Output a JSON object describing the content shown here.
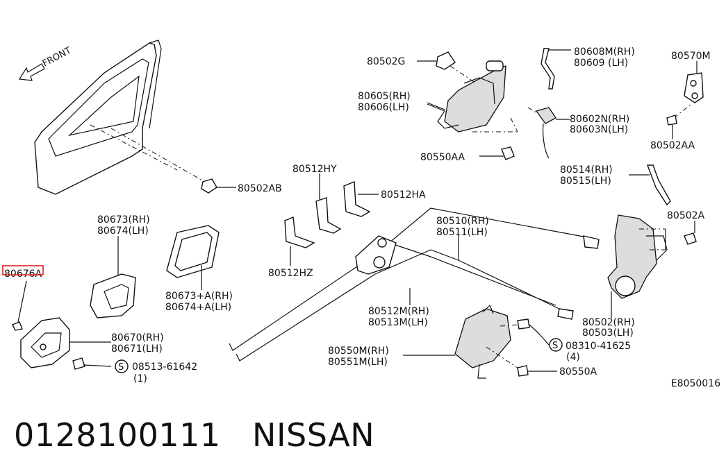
{
  "diagram": {
    "front_label": "FRONT",
    "figure_code": "E8050016",
    "highlight_color": "#e0201b",
    "labels": {
      "l80502G": "80502G",
      "l80608": "80608M(RH)",
      "l80609": "80609 (LH)",
      "l80570": "80570M",
      "l80605": "80605(RH)",
      "l80606": "80606(LH)",
      "l80602": "80602N(RH)",
      "l80603": "80603N(LH)",
      "l80502AA": "80502AA",
      "l80550AA": "80550AA",
      "l80502AB": "80502AB",
      "l80512HY": "80512HY",
      "l80512HA": "80512HA",
      "l80514": "80514(RH)",
      "l80515": "80515(LH)",
      "l80510": "80510(RH)",
      "l80511": "80511(LH)",
      "l80502A": "80502A",
      "l80673": "80673(RH)",
      "l80674": "80674(LH)",
      "l80673A": "80673+A(RH)",
      "l80674A": "80674+A(LH)",
      "l80676A": "80676A",
      "l80512HZ": "80512HZ",
      "l80512M": "80512M(RH)",
      "l80513M": "80513M(LH)",
      "l80502": "80502(RH)",
      "l80503": "80503(LH)",
      "l08310": "08310-41625",
      "l08310q": "(4)",
      "l80550M": "80550M(RH)",
      "l80551M": "80551M(LH)",
      "l80550A": "80550A",
      "l80670": "80670(RH)",
      "l80671": "80671(LH)",
      "l08513": "08513-61642",
      "l08513q": "(1)",
      "s1": "S",
      "s2": "S"
    }
  },
  "footer": {
    "part_number": "0128100111",
    "brand": "NISSAN"
  }
}
